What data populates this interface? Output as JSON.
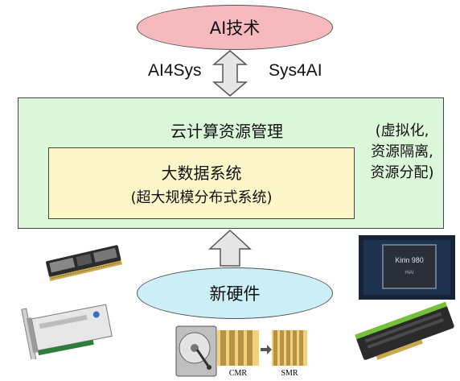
{
  "top": {
    "label": "AI技术"
  },
  "arrows": {
    "left_label": "AI4Sys",
    "right_label": "Sys4AI"
  },
  "cloud": {
    "title": "云计算资源管理",
    "note_lines": [
      "(虚拟化,",
      "资源隔离,",
      "资源分配)"
    ]
  },
  "bigdata": {
    "title": "大数据系统",
    "subtitle": "(超大规模分布式系统)"
  },
  "hardware": {
    "label": "新硬件",
    "chip_label": "Kirin 980",
    "chip_sub": "HiAI",
    "disk_labels": [
      "CMR",
      "SMR"
    ]
  },
  "colors": {
    "ai_ellipse": "#f6b9bd",
    "cloud_box": "#dcf6d9",
    "bigdata_box": "#fcf6c9",
    "hardware_ellipse": "#cbeef7",
    "arrow_fill": "#e6e6e6"
  }
}
